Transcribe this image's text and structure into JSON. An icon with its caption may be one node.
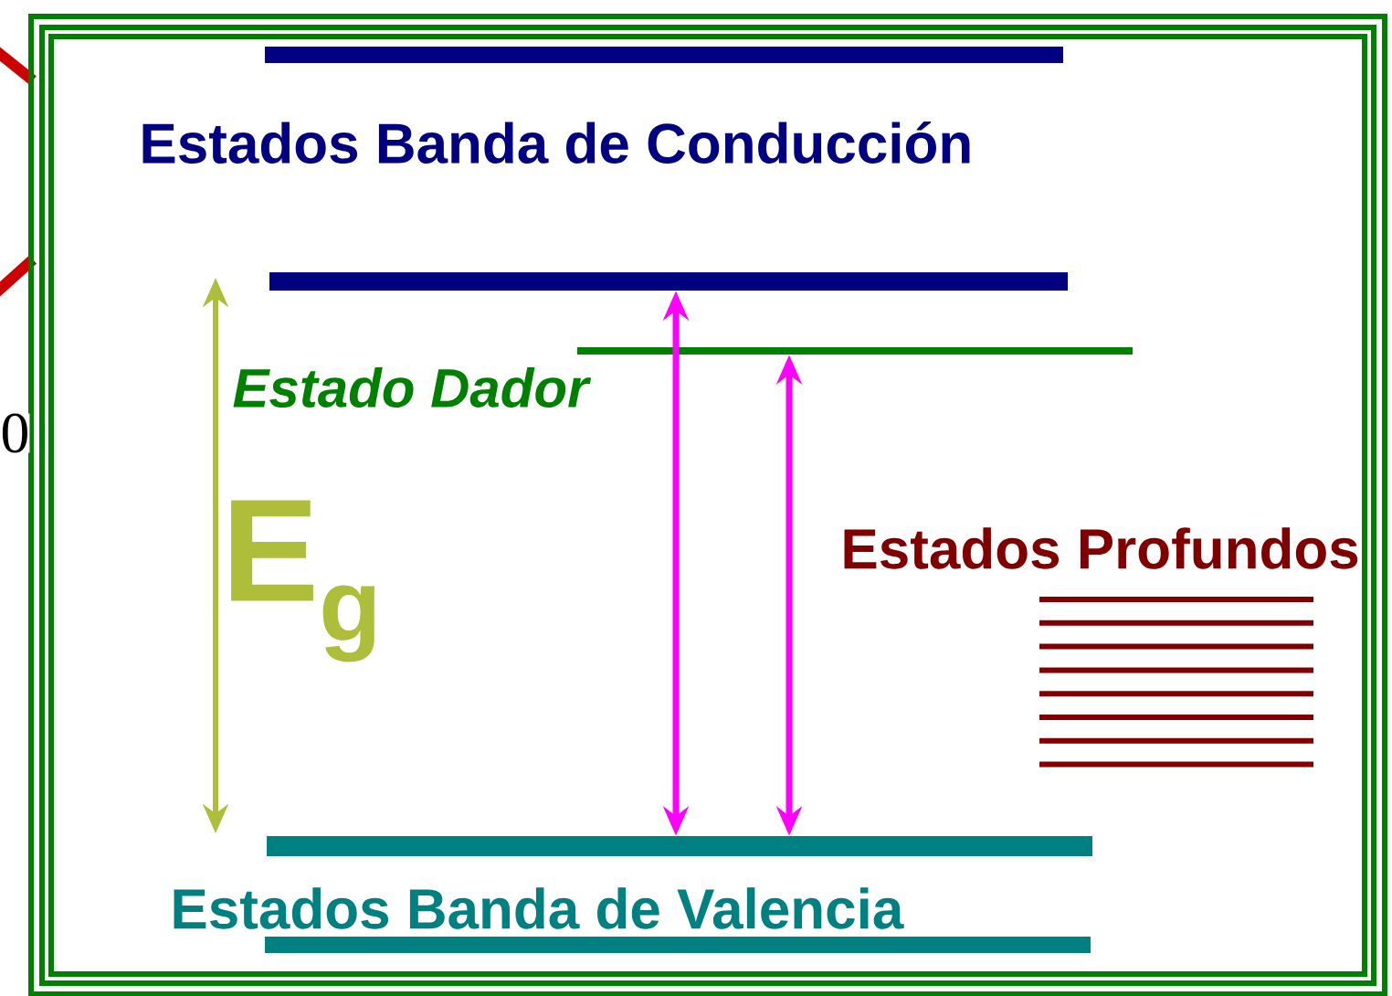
{
  "diagram": {
    "nodes": [
      {
        "text": [],
        "shape": "bar"
      },
      {
        "text": [],
        "shape": "bar"
      },
      {
        "text": [],
        "shape": "bar"
      }
    ],
    "edges": [
      {
        "from": 2,
        "to": 0,
        "arrow": "both"
      },
      {
        "from": 2,
        "to": 1,
        "arrow": "both"
      }
    ],
    "labels": [
      "Estados Banda de Conducción",
      "0",
      "Estado Dador",
      "E$_{g}$",
      "Estados Profundos",
      "Estados Banda de Valencia"
    ]
  }
}
